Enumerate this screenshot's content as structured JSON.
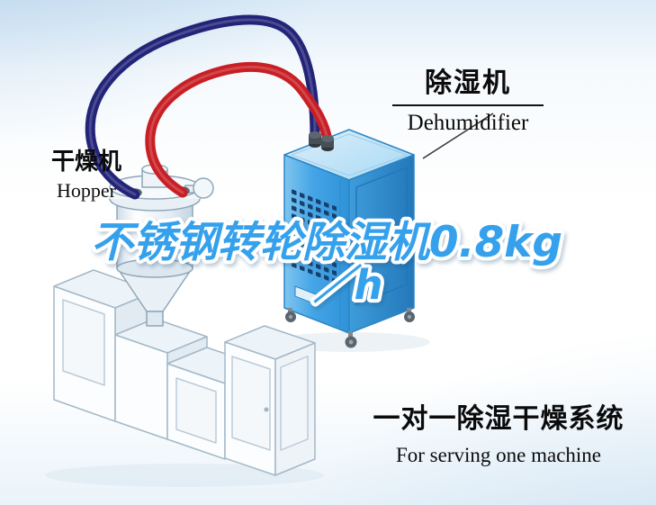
{
  "labels": {
    "hopper": {
      "zh": "干燥机",
      "en": "Hopper"
    },
    "dehumidifier": {
      "zh": "除湿机",
      "en": "Dehumidifier"
    }
  },
  "watermark": {
    "line1": "不锈钢转轮除湿机0.8kg",
    "line2": "／h"
  },
  "caption": {
    "zh": "一对一除湿干燥系统",
    "en": "For serving one machine"
  },
  "colors": {
    "watermark_blue": "#36a1ec",
    "pipe_red": "#c81f25",
    "pipe_navy": "#232478",
    "dehumidifier_blue": "#42a3e4",
    "label_text": "#111111"
  }
}
